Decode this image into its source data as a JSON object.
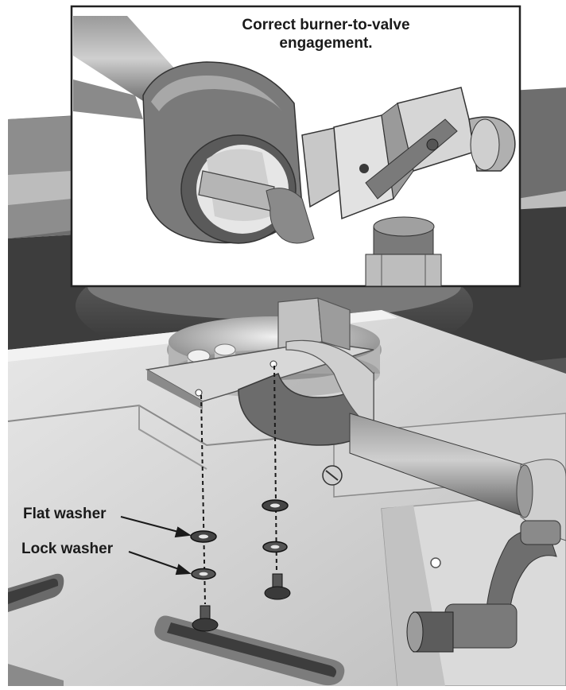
{
  "callout": {
    "title_line1": "Correct burner-to-valve",
    "title_line2": "engagement."
  },
  "labels": {
    "flat_washer": "Flat washer",
    "lock_washer": "Lock washer"
  },
  "colors": {
    "background": "#ffffff",
    "shading_light": "#d9d9d9",
    "shading_mid": "#8c8c8c",
    "shading_dark": "#3a3a3a",
    "line": "#1a1a1a"
  }
}
